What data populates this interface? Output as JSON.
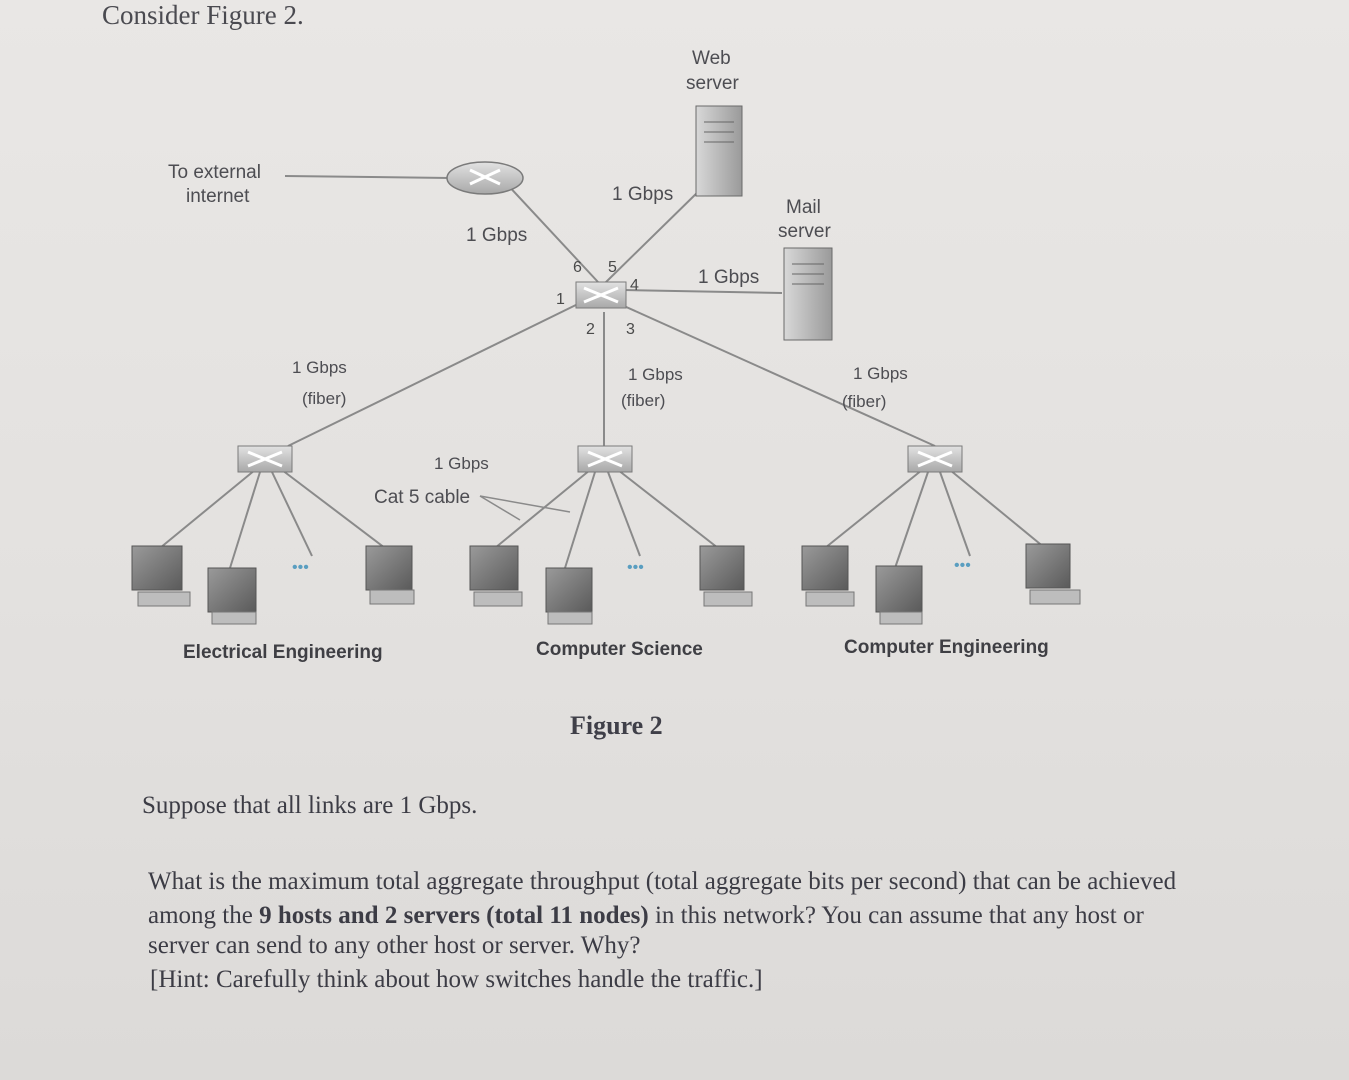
{
  "heading": "Consider Figure 2.",
  "diagram": {
    "external_label_1": "To external",
    "external_label_2": "internet",
    "web_server_1": "Web",
    "web_server_2": "server",
    "mail_server_1": "Mail",
    "mail_server_2": "server",
    "link_router_switch": "1 Gbps",
    "link_web": "1 Gbps",
    "link_mail": "1 Gbps",
    "link_ee_1": "1 Gbps",
    "link_ee_2": "(fiber)",
    "link_cs_1": "1 Gbps",
    "link_cs_2": "(fiber)",
    "link_ce_1": "1 Gbps",
    "link_ce_2": "(fiber)",
    "cat_1": "1 Gbps",
    "cat_2": "Cat 5 cable",
    "ports": [
      "1",
      "2",
      "3",
      "4",
      "5",
      "6"
    ],
    "dept_ee": "Electrical Engineering",
    "dept_cs": "Computer Science",
    "dept_ce": "Computer Engineering",
    "ellipsis": "•••",
    "figure_caption": "Figure 2"
  },
  "assumption": "Suppose that all links are 1 Gbps.",
  "question": {
    "line1": "What is the maximum total aggregate throughput (total aggregate bits per second) that can be achieved",
    "line2_a": "among the ",
    "line2_b": "9 hosts and 2 servers (total 11 nodes)",
    "line2_c": " in this network? You can assume that any host or",
    "line3": "server can send to any other host or server. Why?",
    "hint": "[Hint: Carefully think about how switches handle the traffic.]"
  }
}
